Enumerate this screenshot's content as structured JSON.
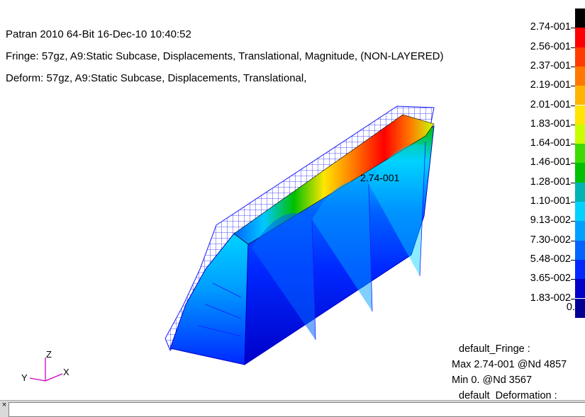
{
  "window": {
    "title_line": "Patran 2010 64-Bit 16-Dec-10 10:40:52",
    "fringe_line": "Fringe: 57gz, A9:Static Subcase, Displacements, Translational, Magnitude, (NON-LAYERED)",
    "deform_line": "Deform: 57gz, A9:Static Subcase, Displacements, Translational,"
  },
  "spectrum": {
    "labels": [
      "2.74-001",
      "2.56-001",
      "2.37-001",
      "2.19-001",
      "2.01-001",
      "1.83-001",
      "1.64-001",
      "1.46-001",
      "1.28-001",
      "1.10-001",
      "9.13-002",
      "7.30-002",
      "5.48-002",
      "3.65-002",
      "1.83-002",
      "0."
    ],
    "colors": [
      "#000000",
      "#ff0000",
      "#ff3c00",
      "#ff7800",
      "#ffb400",
      "#ffe600",
      "#c8ff00",
      "#3cdc00",
      "#00c000",
      "#00b4b4",
      "#00d2ff",
      "#00a0ff",
      "#0064ff",
      "#0028ff",
      "#0000c8",
      "#000096"
    ]
  },
  "model": {
    "max_label": "2.74-001"
  },
  "info": {
    "fringe_name": "default_Fringe :",
    "max_text": "Max 2.74-001 @Nd 4857",
    "min_text": "Min  0. @Nd 3567",
    "deformation_partial": "default_Deformation :"
  },
  "triad": {
    "x": "X",
    "y": "Y",
    "z": "Z"
  },
  "command_line": {
    "value": ""
  }
}
